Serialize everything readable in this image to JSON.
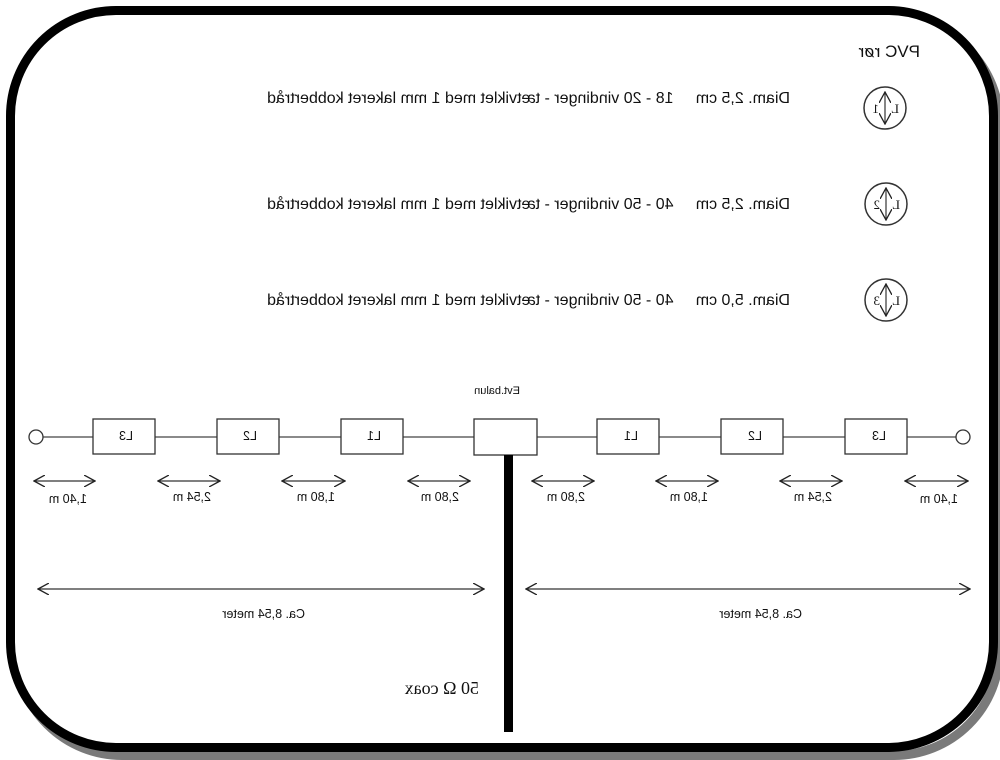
{
  "pvc_label": "PVC rør",
  "coils": [
    {
      "id": "L1",
      "icon_label": "L1",
      "diameter": "Diam. 2,5 cm",
      "turns": "18 - 20 vindinger - tætviklet med 1 mm lakeret kobbertråd"
    },
    {
      "id": "L2",
      "icon_label": "L2",
      "diameter": "Diam. 2,5 cm",
      "turns": "40 - 50 vindinger - tætviklet med 1 mm lakeret kobbertråd"
    },
    {
      "id": "L3",
      "icon_label": "L3",
      "diameter": "Diam. 5,0 cm",
      "turns": "40 - 50 vindinger - tætviklet med 1 mm lakeret kobbertråd"
    }
  ],
  "balun_label": "Evt.balun",
  "left_segments": [
    "2,80 m",
    "1,80 m",
    "2,54 m",
    "1,40 m"
  ],
  "right_segments": [
    "2,80 m",
    "1,80 m",
    "2,54 m",
    "1,40 m"
  ],
  "left_total": "Ca. 8,54 meter",
  "right_total": "Ca. 8,54 meter",
  "coax_label": "50 Ω coax",
  "mirrored": true
}
